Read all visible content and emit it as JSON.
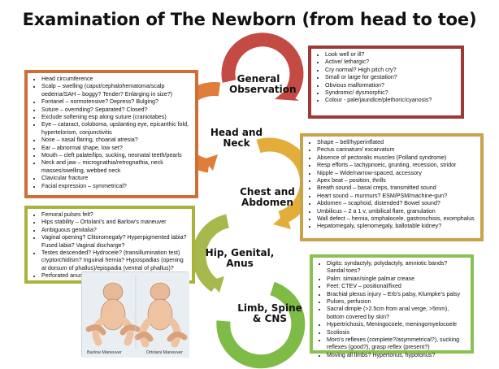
{
  "title": "Examination of The Newborn (from head to toe)",
  "stages": [
    {
      "line1": "General",
      "line2": "Observation",
      "color": "#c44a44"
    },
    {
      "line1": "Head and",
      "line2": "Neck",
      "color": "#df7d3a"
    },
    {
      "line1": "Chest and",
      "line2": "Abdomen",
      "color": "#e2ad3b"
    },
    {
      "line1": "Hip, Genital,",
      "line2": "Anus",
      "color": "#a7b94c"
    },
    {
      "line1": "Limb, Spine",
      "line2": "& CNS",
      "color": "#7fbb47"
    }
  ],
  "boxes": {
    "general": {
      "color": "#9e3a36",
      "items": [
        "Look well or ill?",
        "Active/ lethargic?",
        "Cry normal? High pitch cry?",
        "Small or large for gestation?",
        "Obvious malformation?",
        "Syndromic/ dysmorphic?",
        "Colour - pale/jaundice/plethoric/cyanosis?"
      ]
    },
    "head": {
      "color": "#cf6e36",
      "items": [
        "Head circumference",
        "Scalp – swelling (caput/cephalohematoma/scalp oedema/SAH – boggy? Tender? Enlarging in size?)",
        "Fontanel – normotensive? Depress? Bulging?",
        "Suture – overriding? Separated? Closed?",
        "Exclude softening esp along suture (craniotabes)",
        "Eye – cataract, coloboma, upslanting eye, epicanthic fold, hypertelorism, conjunctivitis",
        "Nose – nasal flaring, choanal atresia?",
        "Ear – abnormal shape, low set?",
        "Mouth – cleft palate/lips, sucking, neonatal teeth/pearls",
        "Neck and jaw – micrognathia/retrognathia, neck masses/swelling, webbed neck",
        "Clavicular fracture",
        "Facial expression – symmetrical?"
      ]
    },
    "chest": {
      "color": "#c9a24a",
      "items": [
        "Shape – bell/hyperinflated",
        "Pectus carinatum/ excarvatum",
        "Absence of pectoralis muscles (Polland syndrome)",
        "Resp efforts – tachypnoeic, grunting, recession, stridor",
        "Nipple – Wide/narrow-spaced, accessory",
        "Apex beat – position, thrills",
        "Breath sound – basal creps, transmitted sound",
        "Heart sound – murmurs? ESM/PSM/machine-gun?",
        "Abdomen – scaphoid, distended? Bowel sound?",
        "Umbilicus – 2 a 1 v, umbilical flare, granulation",
        "Wall defect – hernia, omphalocele, gastroschisis, exomphalus",
        "Hepatomegaly, splenomegaly, ballotable kidney?"
      ]
    },
    "hip": {
      "color": "#a9b33a",
      "items": [
        "Femoral pulses felt?",
        "Hips stability – Ortolani’s and Barlow’s maneuver",
        "Ambiguous genitalia?",
        "Vaginal opening? Clitoromegaly? Hyperpigmented labia? Fused labia? Vaginal discharge?",
        "Testes descended? Hydrocele? (transillumination test) cryptorchidism? Inguinal hernia? Hypospadias (opening at dorsum of phallus)/epispadia (ventral of phallus)?",
        "Perforated anus"
      ]
    },
    "limb": {
      "color": "#8cc152",
      "items": [
        "Digits: syndactyly, polydactyly, amniotic bands? Sandal toes?",
        "Palm: simian/single palmar crease",
        "Feet: CTEV – positional/fixed",
        "Brachial plexus injury – Erb’s palsy, Klumpke’s palsy",
        "Pulses, perfusion",
        "Sacral dimple (>2.5cm from anal verge, >5mm), bottom covered by skin?",
        "Hypertrichosis, Meningocoele, meningomyelocoele",
        "Scoliosis",
        "Moro’s reflexes (complete?/asymmetrical?), sucking reflexes (good?), grasp reflex (present?)",
        "Moving all limbs? Hypertonus, hypotonus?"
      ]
    }
  },
  "illustration": {
    "left_caption": "Barlow Maneuver",
    "right_caption": "Ortolani Maneuver"
  }
}
